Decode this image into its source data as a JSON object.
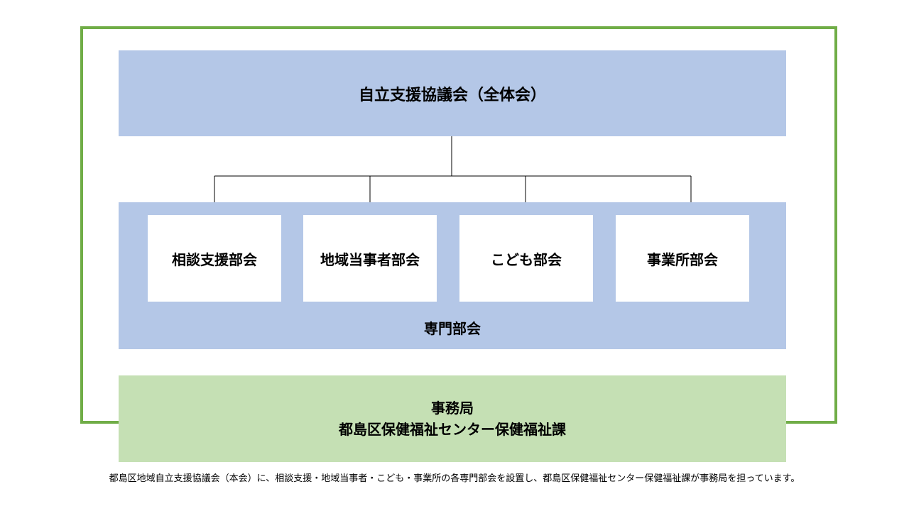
{
  "council": {
    "title": "自立支援協議会（全体会）"
  },
  "committees": {
    "label": "専門部会",
    "items": [
      {
        "label": "相談支援部会"
      },
      {
        "label": "地域当事者部会"
      },
      {
        "label": "こども部会"
      },
      {
        "label": "事業所部会"
      }
    ]
  },
  "office": {
    "line1": "事務局",
    "line2": "都島区保健福祉センター保健福祉課"
  },
  "caption": "都島区地域自立支援協議会（本会）に、相談支援・地域当事者・こども・事業所の各専門部会を設置し、都島区保健福祉センター保健福祉課が事務局を担っています。",
  "colors": {
    "frame": "#70ad47",
    "council_fill": "#b4c7e7",
    "committee_fill": "#b4c7e7",
    "office_fill": "#c5e0b4"
  }
}
